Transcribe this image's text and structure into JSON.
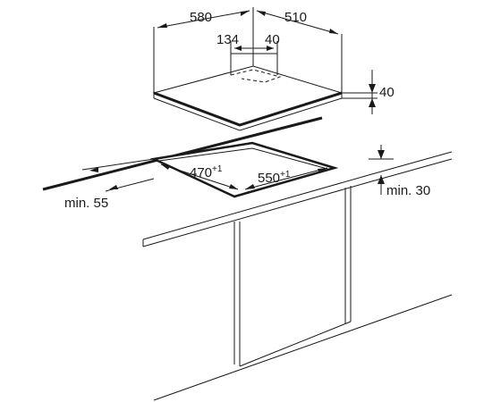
{
  "diagram": {
    "hob_dimensions": {
      "width": "580",
      "depth": "510",
      "offset_left": "134",
      "offset_right": "40",
      "height": "40"
    },
    "cutout_dimensions": {
      "depth": "470",
      "depth_tolerance": "+1",
      "width": "550",
      "width_tolerance": "+1"
    },
    "clearances": {
      "front_edge": "min. 55",
      "rear_wall": "min. 30"
    }
  }
}
